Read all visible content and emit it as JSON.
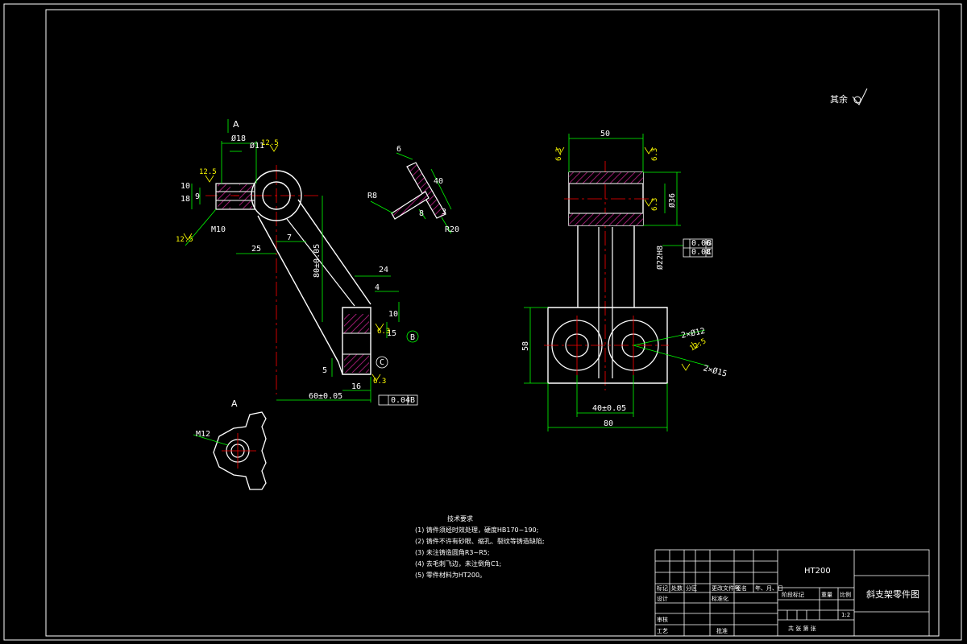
{
  "drawing": {
    "title": "斜支架零件图",
    "material": "HT200",
    "scale": "1:2",
    "surface_note": "其余",
    "view_label_a_top": "A",
    "view_label_a_bottom": "A",
    "datum_b": "B",
    "datum_c": "C"
  },
  "dims_left": {
    "d18": "Ø18",
    "d11": "Ø11",
    "r125": "12.5",
    "ra125_b": "12.5",
    "ra125_c": "12.5",
    "d10": "10",
    "d18b": "18",
    "d9": "9",
    "m10": "M10",
    "d25": "25",
    "d7": "7",
    "d80": "80±0.05",
    "d24": "24",
    "d4": "4",
    "d10b": "10",
    "d15": "15",
    "d5": "5",
    "d16": "16",
    "d60": "60±0.05",
    "ra63a": "6.3",
    "ra63b": "6.3",
    "tol": "0.04",
    "tol_datum": "B"
  },
  "dims_section": {
    "d6": "6",
    "d40": "40",
    "r8": "R8",
    "d8": "8",
    "d3": "3",
    "r20": "R20"
  },
  "dims_right": {
    "d50": "50",
    "d36": "Ø36",
    "d22": "Ø22H8",
    "ra63a": "6.3",
    "ra63b": "6.3",
    "ra63c": "6.3",
    "d58": "58",
    "d40": "40±0.05",
    "d80": "80",
    "d2x12": "2×Ø12",
    "d2x15": "2×Ø15",
    "ra125": "12.5",
    "tol1": "0.06",
    "tol1_datum": "B",
    "tol2": "0.08",
    "tol2_datum": "C"
  },
  "view_a": {
    "m12": "M12"
  },
  "tech_requirements": {
    "heading": "技术要求",
    "items": [
      "(1) 铸件须经时效处理，硬度HB170~190;",
      "(2) 铸件不许有砂眼、缩孔、裂纹等铸造缺陷;",
      "(3) 未注铸造圆角R3~R5;",
      "(4) 去毛刺飞边，未注倒角C1;",
      "(5) 零件材料为HT200。"
    ]
  },
  "title_block": {
    "mark": "标记",
    "count": "处数",
    "zone": "分区",
    "change_doc": "更改文件号",
    "sign": "签名",
    "date": "年、月、日",
    "design": "设计",
    "standardize": "标准化",
    "check": "审核",
    "craft": "工艺",
    "approve": "批准",
    "stage_mark": "阶段标记",
    "weight": "重量",
    "scale_label": "比例",
    "sheets": "共  张  第  张"
  }
}
